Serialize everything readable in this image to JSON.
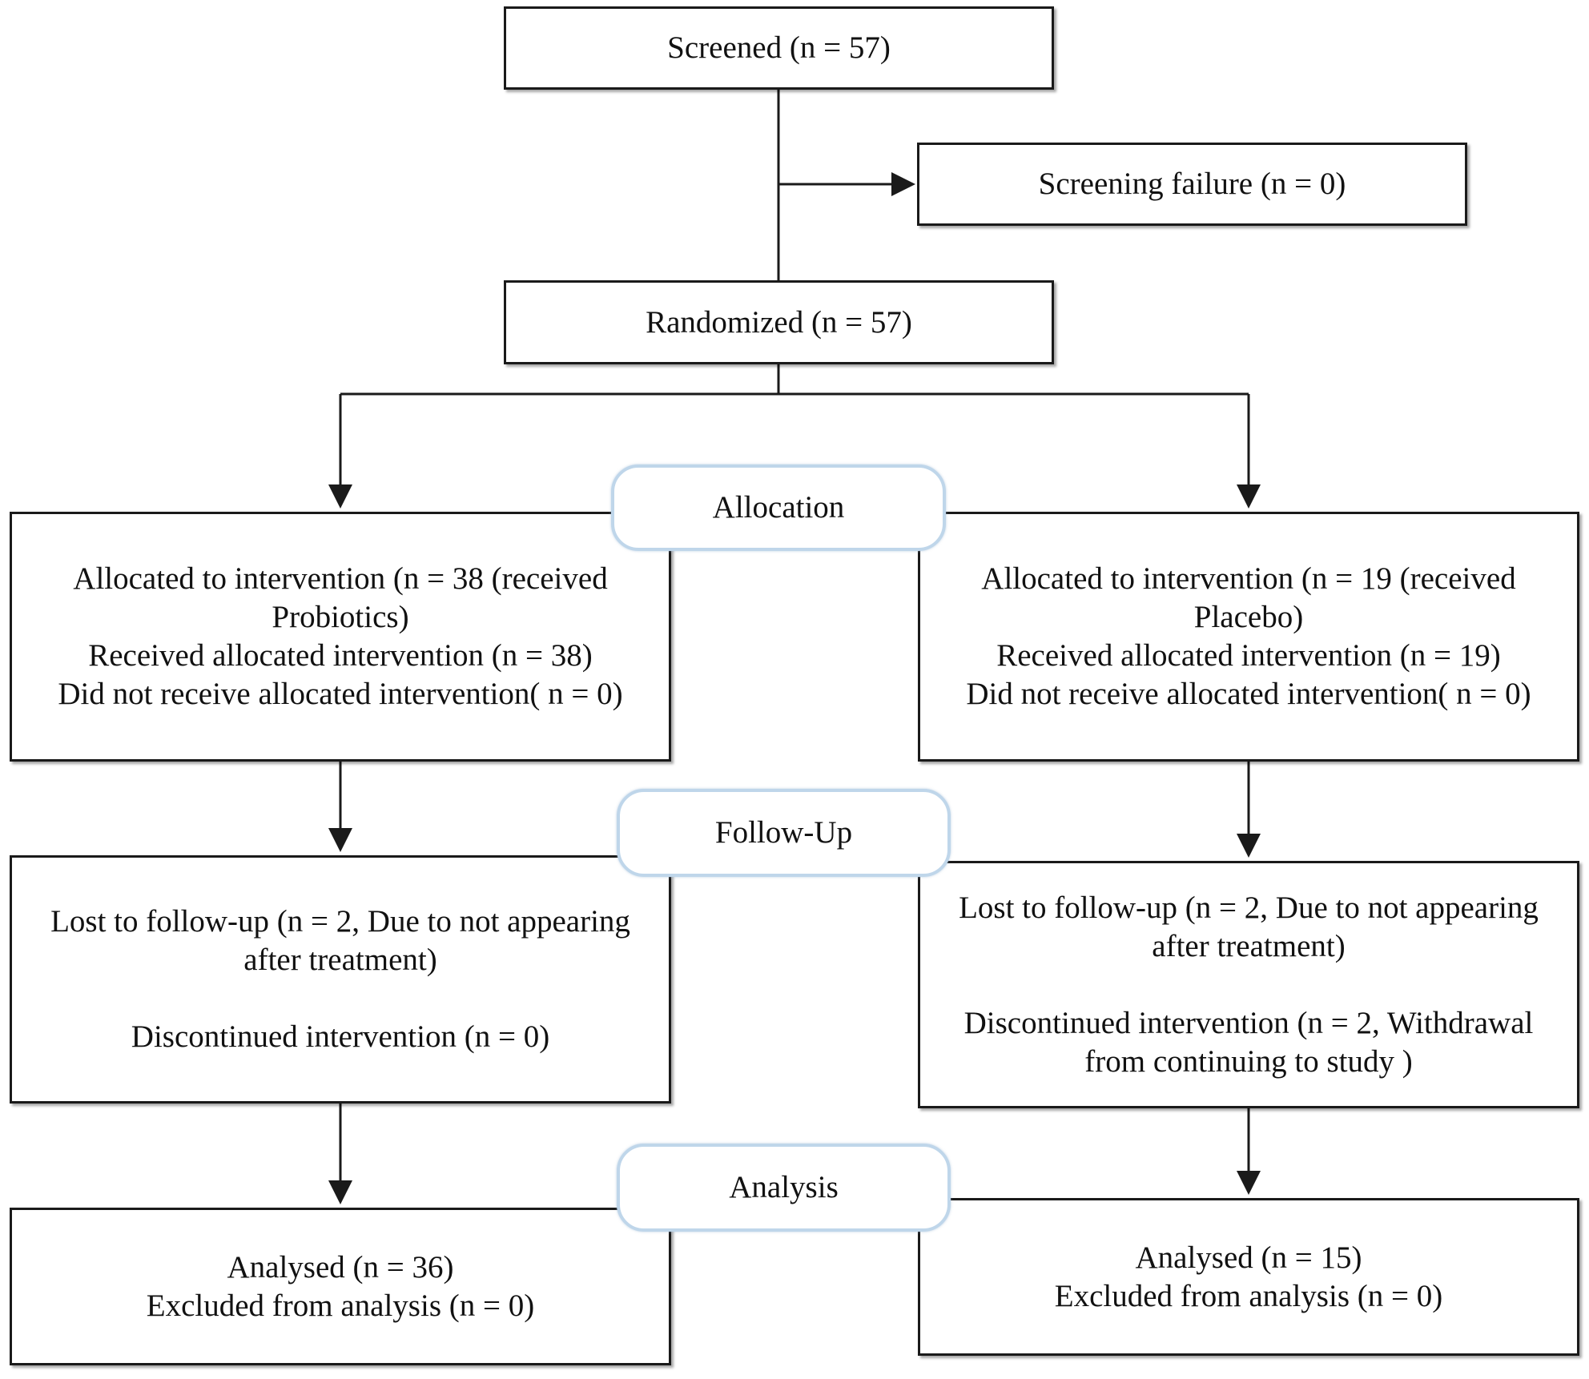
{
  "colors": {
    "box_border": "#1a1a1a",
    "stage_border": "#bfd6ea",
    "connector": "#1a1a1a"
  },
  "nodes": {
    "screened": "Screened (n = 57)",
    "screening_failure": "Screening failure (n = 0)",
    "randomized": "Randomized (n = 57)",
    "allocation_left": {
      "line1": "Allocated to intervention (n = 38 (received",
      "line2": "Probiotics)",
      "line3": "Received allocated intervention (n = 38)",
      "line4": "Did not receive allocated intervention( n = 0)"
    },
    "allocation_right": {
      "line1": "Allocated to intervention (n = 19 (received",
      "line2": "Placebo)",
      "line3": "Received allocated intervention (n = 19)",
      "line4": "Did not receive allocated intervention( n = 0)"
    },
    "followup_left": {
      "line1": "Lost to follow-up (n = 2, Due to not appearing",
      "line2": "after treatment)",
      "line3": "Discontinued intervention (n = 0)"
    },
    "followup_right": {
      "line1": "Lost to follow-up (n = 2, Due to not appearing",
      "line2": "after treatment)",
      "line3": "Discontinued intervention (n = 2, Withdrawal",
      "line4": "from continuing to study )"
    },
    "analysis_left": {
      "line1": "Analysed (n = 36)",
      "line2": "Excluded from analysis (n = 0)"
    },
    "analysis_right": {
      "line1": "Analysed (n = 15)",
      "line2": "Excluded from analysis (n = 0)"
    }
  },
  "stages": {
    "allocation": "Allocation",
    "follow_up": "Follow-Up",
    "analysis": "Analysis"
  }
}
